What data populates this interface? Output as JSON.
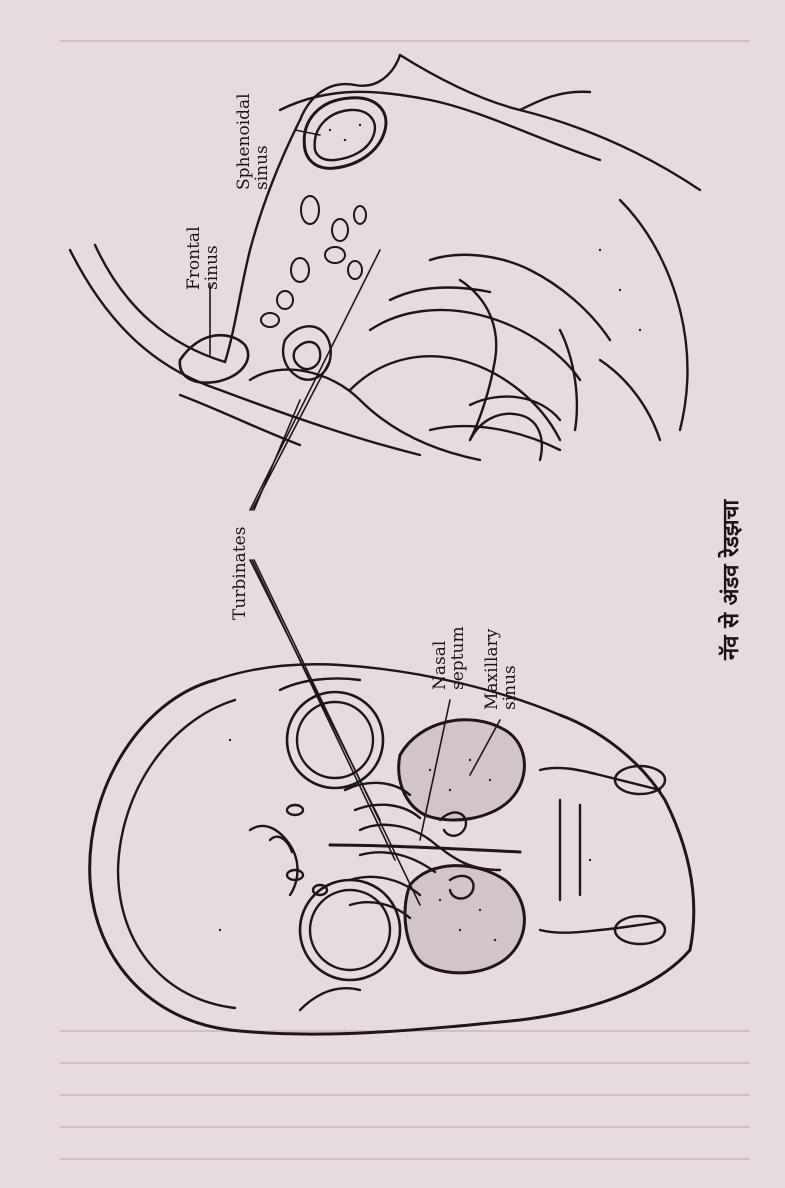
{
  "figure": {
    "caption": "नॅव से अंडव रेडझचा",
    "labels": {
      "sphenoidal_sinus": "Sphenoidal\nsinus",
      "frontal_sinus": "Frontal\nsinus",
      "turbinates": "Turbinates",
      "nasal_septum": "Nasal\nseptum",
      "maxillary_sinus": "Maxillary\nsinus"
    }
  }
}
